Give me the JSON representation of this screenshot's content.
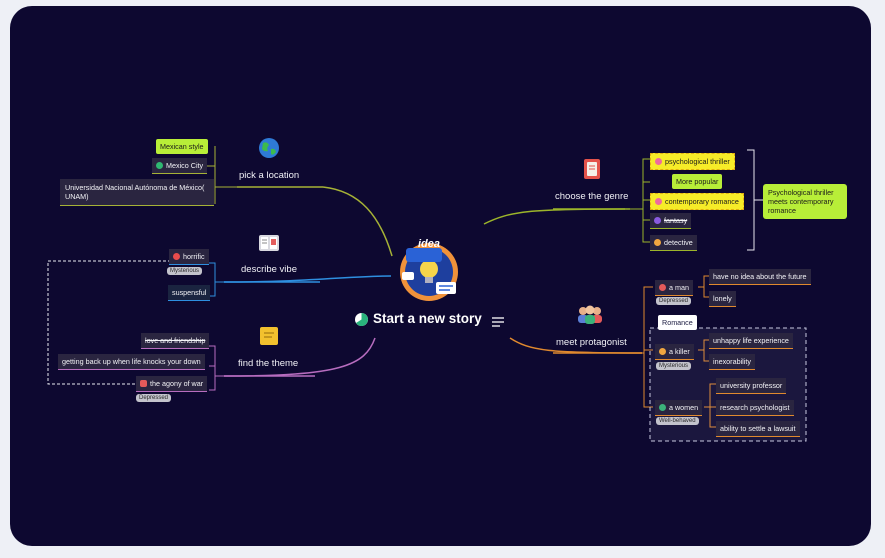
{
  "center": {
    "title": "Start a new story",
    "logo_word": "idea"
  },
  "branches": {
    "location": {
      "label": "pick a location",
      "items": {
        "mexican_style": "Mexican style",
        "mexico_city": "Mexico City",
        "university": "Universidad Nacional Autónoma de México( UNAM)"
      }
    },
    "vibe": {
      "label": "describe vibe",
      "items": {
        "horrific": "horrific",
        "mysterious": "Mysterious",
        "suspensful": "suspensful"
      }
    },
    "theme": {
      "label": "find the theme",
      "items": {
        "love": "love and friendship",
        "getting_back": "getting back up when life knocks your down",
        "agony": "the agony of war",
        "depressed": "Depressed"
      }
    },
    "genre": {
      "label": "choose the genre",
      "items": {
        "psych": "psychological thriller",
        "more_popular": "More popular",
        "contemporary": "contemporary romance",
        "fantasy": "fantasy",
        "detective": "detective",
        "summary": "Psychological thriller meets contemporary romance"
      }
    },
    "protagonist": {
      "label": "meet protagonist",
      "man": {
        "label": "a man",
        "tag": "Depressed",
        "items": {
          "no_idea": "have no idea about the future",
          "lonely": "lonely"
        }
      },
      "romance": "Romance",
      "killer": {
        "label": "a killer",
        "tag": "Mysterious",
        "items": {
          "unhappy": "unhappy life experience",
          "inexorability": "inexorability"
        }
      },
      "women": {
        "label": "a women",
        "tag": "Well-behaved",
        "items": {
          "professor": "university professor",
          "psychologist": "research psychologist",
          "lawsuit": "ability to settle a lawsuit"
        }
      }
    }
  },
  "colors": {
    "background": "#0d0830",
    "location": "#a6b236",
    "vibe": "#2e8fe0",
    "theme": "#b76dbf",
    "genre": "#9cb52a",
    "protagonist": "#e0892e"
  },
  "icons": [
    "globe-icon",
    "book-icon",
    "sticky-note-icon",
    "notebook-icon",
    "people-icon",
    "idea-bulb-icon",
    "pie-chart-icon",
    "menu-lines-icon"
  ]
}
